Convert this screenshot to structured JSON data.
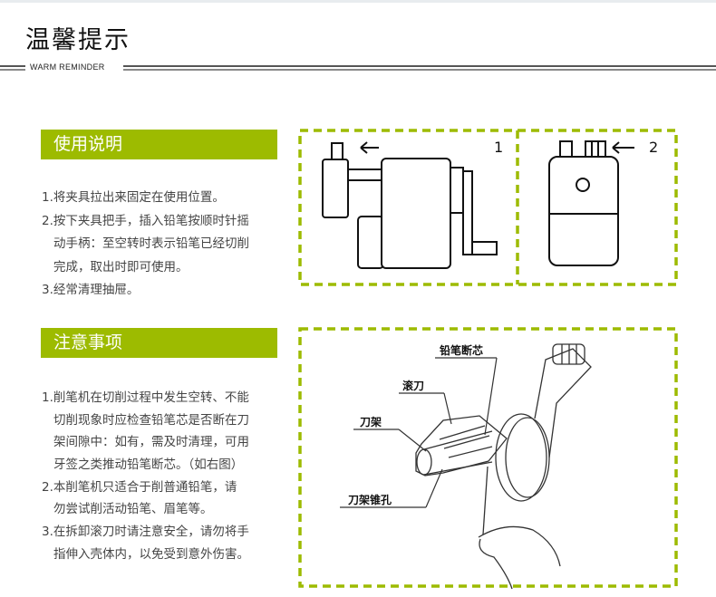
{
  "header": {
    "title": "温馨提示",
    "subtitle": "WARM REMINDER"
  },
  "usage": {
    "heading": "使用说明",
    "lines": [
      "1.将夹具拉出来固定在使用位置。",
      "2.按下夹具把手，插入铅笔按顺时针摇",
      "动手柄：至空转时表示铅笔已经切削",
      "完成，取出时即可使用。",
      "3.经常清理抽屉。"
    ]
  },
  "notes": {
    "heading": "注意事项",
    "lines": [
      "1.削笔机在切削过程中发生空转、不能",
      "切削现象时应检查铅笔芯是否断在刀",
      "架间隙中：如有，需及时清理，可用",
      "牙签之类推动铅笔断芯。（如右图）",
      "2.本削笔机只适合于削普通铅笔，请",
      "勿尝试削活动铅笔、眉笔等。",
      "3.在拆卸滚刀时请注意安全，请勿将手",
      "指伸入壳体内，以免受到意外伤害。"
    ]
  },
  "diagrams": {
    "step1": "1",
    "step2": "2",
    "labels": [
      "铅笔断芯",
      "滚刀",
      "刀架",
      "刀架锥孔"
    ]
  },
  "colors": {
    "accent": "#9dbb00"
  }
}
